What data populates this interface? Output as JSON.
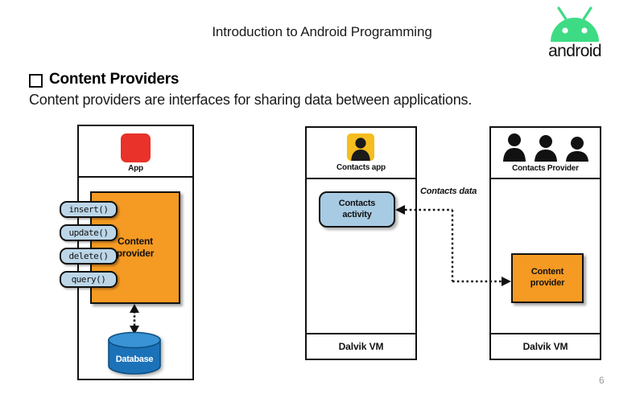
{
  "slide": {
    "title": "Introduction to Android Programming",
    "page_number": "6",
    "heading": "Content Providers",
    "subheading": "Content providers are interfaces for sharing data between applications.",
    "bullet_icon": "hollow-square-bullet-icon"
  },
  "logo": {
    "name": "android-logo",
    "wordmark": "android",
    "color": "#3ddc84"
  },
  "colors": {
    "orange": "#f59a23",
    "light_blue": "#a7cbe3",
    "pill_blue": "#bcd6e8",
    "red": "#e8322a",
    "yellow": "#f5bd1f",
    "database_blue": "#1b72b8",
    "outline": "#111111"
  },
  "diagram": {
    "left_card": {
      "icon": "app-red-square-icon",
      "caption": "App",
      "provider_box": "Content provider",
      "provider_box_lines": [
        "Content",
        "provider"
      ],
      "methods": [
        "insert()",
        "update()",
        "delete()",
        "query()"
      ],
      "database_label": "Database",
      "arrow": "bidirectional-dotted-arrow"
    },
    "middle_card": {
      "icon": "contacts-app-person-icon",
      "caption": "Contacts app",
      "activity_box_lines": [
        "Contacts",
        "activity"
      ],
      "footer": "Dalvik VM"
    },
    "right_card": {
      "icon": "contacts-provider-people-icon",
      "caption": "Contacts Provider",
      "provider_box_lines": [
        "Content",
        "provider"
      ],
      "footer": "Dalvik VM"
    },
    "connector": {
      "label": "Contacts data",
      "style": "dotted-bidirectional-connector"
    }
  }
}
